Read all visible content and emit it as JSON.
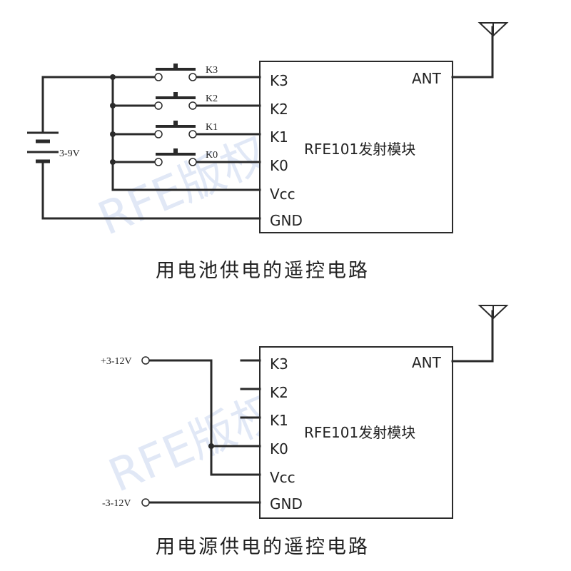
{
  "watermark": "RFE版权所有",
  "top_circuit": {
    "caption": "用电池供电的遥控电路",
    "battery_label": "3-9V",
    "switch_labels": [
      "K3",
      "K2",
      "K1",
      "K0"
    ],
    "module": {
      "name": "RFE101发射模块",
      "pins": [
        "K3",
        "K2",
        "K1",
        "K0",
        "Vcc",
        "GND"
      ],
      "ant_label": "ANT"
    }
  },
  "bottom_circuit": {
    "caption": "用电源供电的遥控电路",
    "plus_label": "+3-12V",
    "minus_label": "-3-12V",
    "module": {
      "name": "RFE101发射模块",
      "pins": [
        "K3",
        "K2",
        "K1",
        "K0",
        "Vcc",
        "GND"
      ],
      "ant_label": "ANT"
    }
  }
}
